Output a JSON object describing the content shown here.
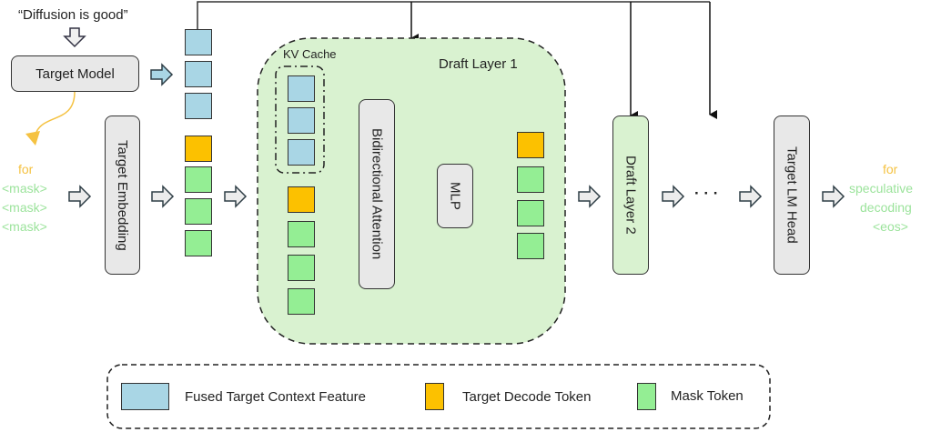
{
  "colors": {
    "fused_feature": "#a9d6e5",
    "decode_token": "#fcc100",
    "mask_token": "#94ee94",
    "draft_layer_bg": "#d9f2d0",
    "module_bg": "#e8e8e8",
    "orange_text": "#f5c242",
    "green_text": "#9be39b"
  },
  "input": {
    "prompt": "“Diffusion is good”",
    "target_model": "Target Model",
    "for_label": "for",
    "mask_tokens": [
      "<mask>",
      "<mask>",
      "<mask>"
    ],
    "target_embedding": "Target Embedding"
  },
  "draft_layer_1": {
    "title": "Draft Layer 1",
    "kv_cache": "KV Cache",
    "attention": "Bidirectional Attention",
    "mlp": "MLP"
  },
  "draft_layer_2": "Draft Layer 2",
  "ellipsis": "· · ·",
  "lm_head": "Target LM Head",
  "output": {
    "for_label": "for",
    "lines": [
      "speculative",
      "decoding",
      "<eos>"
    ]
  },
  "legend": {
    "items": [
      {
        "label": "Fused Target Context Feature",
        "kind": "fused_feature"
      },
      {
        "label": "Target Decode Token",
        "kind": "decode_token"
      },
      {
        "label": "Mask Token",
        "kind": "mask_token"
      }
    ]
  }
}
